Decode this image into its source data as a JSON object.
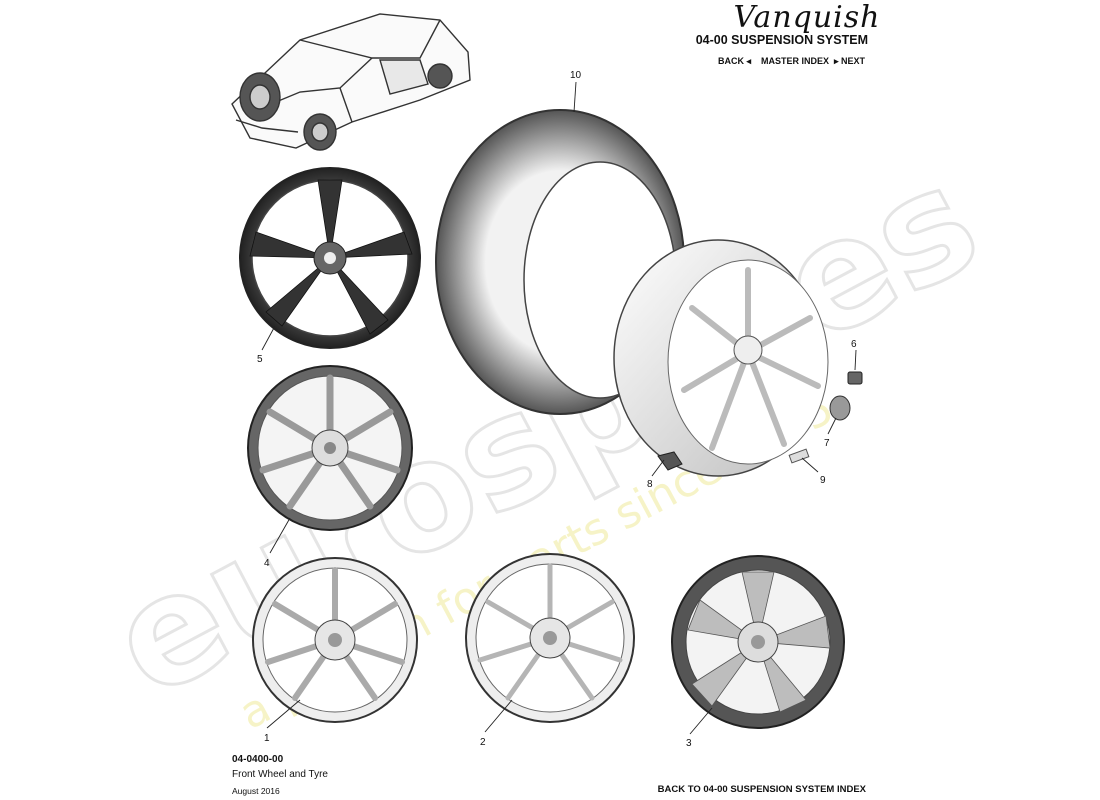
{
  "header": {
    "logo_text": "Vanquish",
    "section_title": "04-00 SUSPENSION SYSTEM",
    "nav": {
      "back": "BACK ◂",
      "master": "MASTER INDEX",
      "next": "▸ NEXT"
    }
  },
  "callouts": [
    "1",
    "2",
    "3",
    "4",
    "5",
    "6",
    "7",
    "8",
    "9",
    "10"
  ],
  "footer": {
    "code": "04-0400-00",
    "name": "Front Wheel and Tyre",
    "date": "August 2016",
    "back_link": "BACK TO 04-00 SUSPENSION SYSTEM INDEX"
  },
  "watermark": {
    "main": "eurospares",
    "tagline": "a passion for parts since 1985"
  }
}
